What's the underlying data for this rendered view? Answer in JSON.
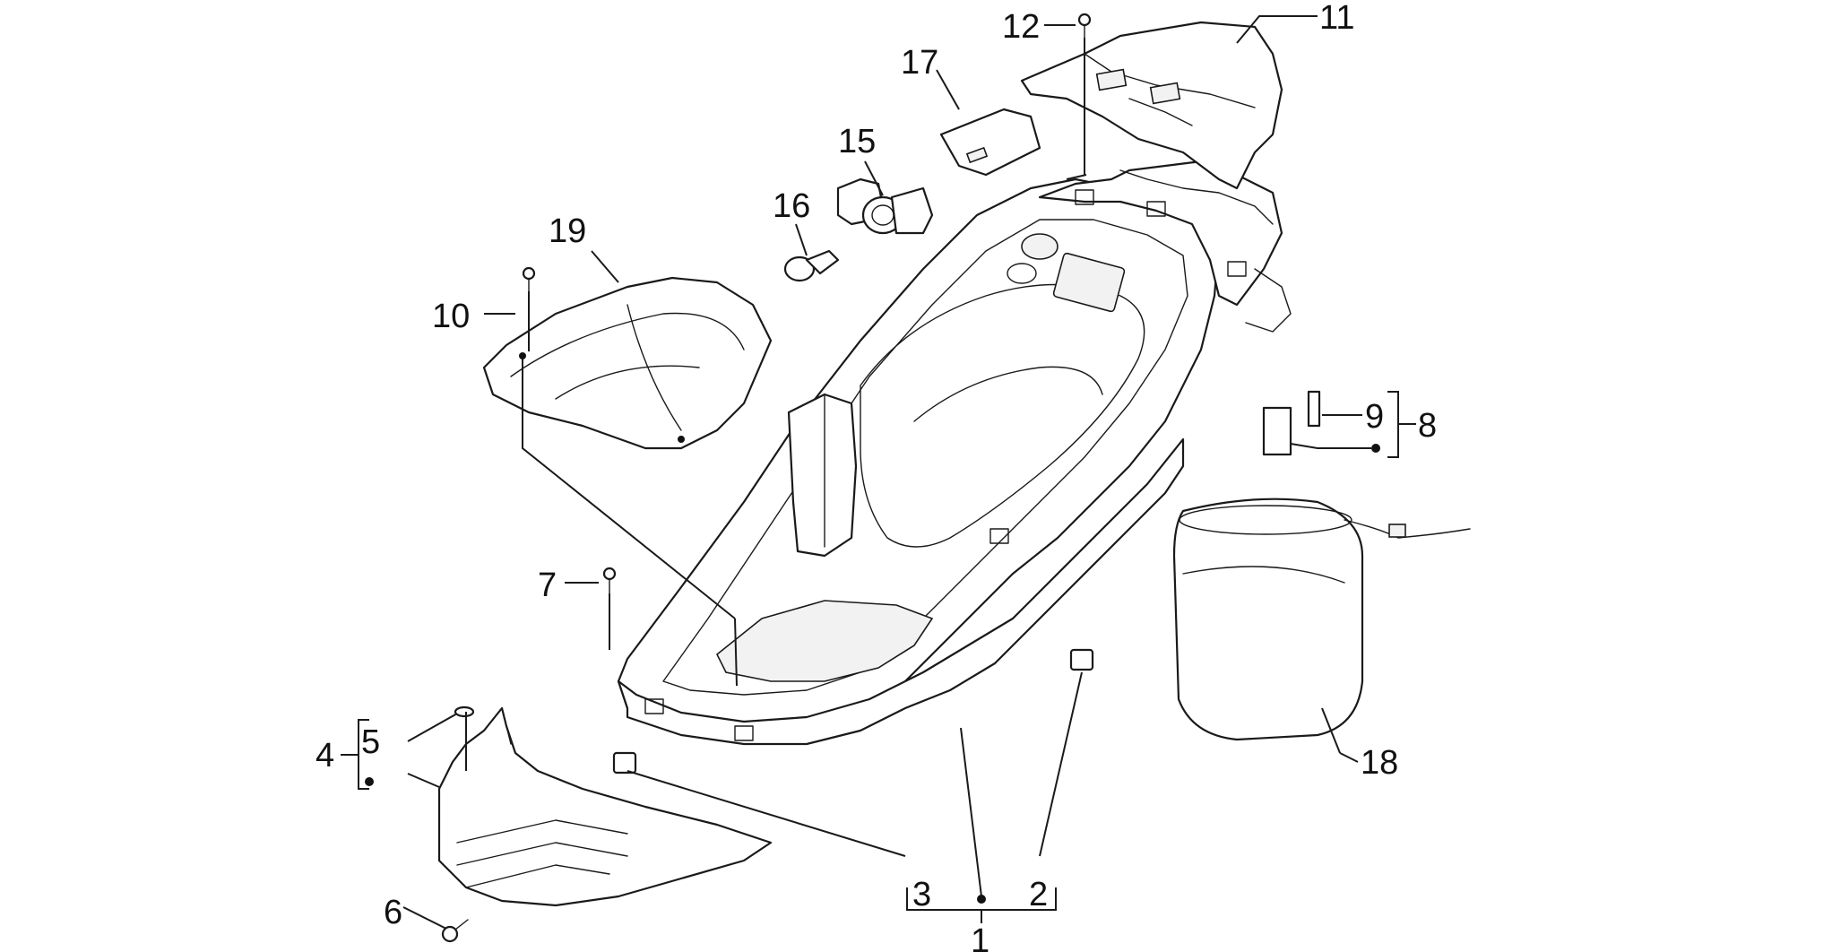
{
  "callouts": {
    "c1": "1",
    "c2": "2",
    "c3": "3",
    "c4": "4",
    "c5": "5",
    "c6": "6",
    "c7": "7",
    "c8": "8",
    "c9": "9",
    "c10": "10",
    "c11": "11",
    "c12": "12",
    "c15": "15",
    "c16": "16",
    "c17": "17",
    "c18": "18",
    "c19": "19"
  },
  "colors": {
    "line": "#1a1a1a",
    "background": "#ffffff"
  }
}
